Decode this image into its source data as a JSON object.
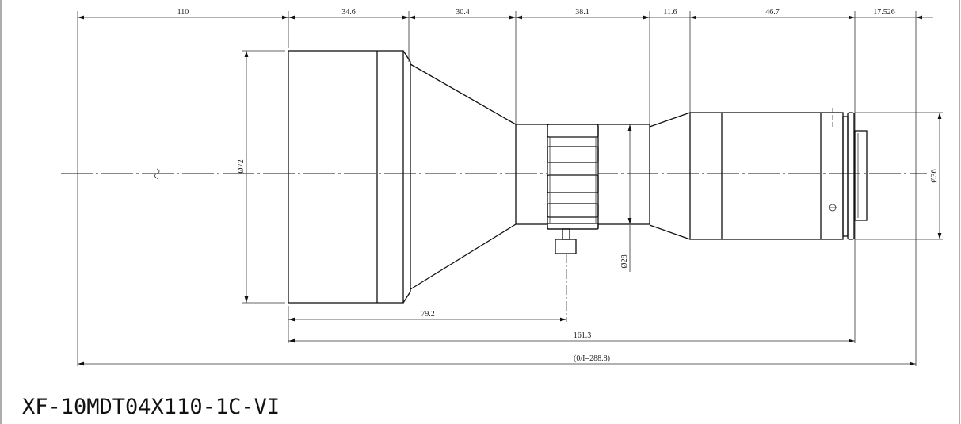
{
  "drawing": {
    "part_number": "XF-10MDT04X110-1C-VI",
    "top_dimensions": [
      "110",
      "34.6",
      "30.4",
      "38.1",
      "11.6",
      "46.7",
      "17.526"
    ],
    "diameters": {
      "front": "Ø72",
      "middle": "Ø28",
      "rear": "Ø36"
    },
    "bottom_dimensions": {
      "screw_position": "79.2",
      "lens_length": "161.3",
      "total": "(0/I=288.8)"
    },
    "line_color": "#111111"
  }
}
